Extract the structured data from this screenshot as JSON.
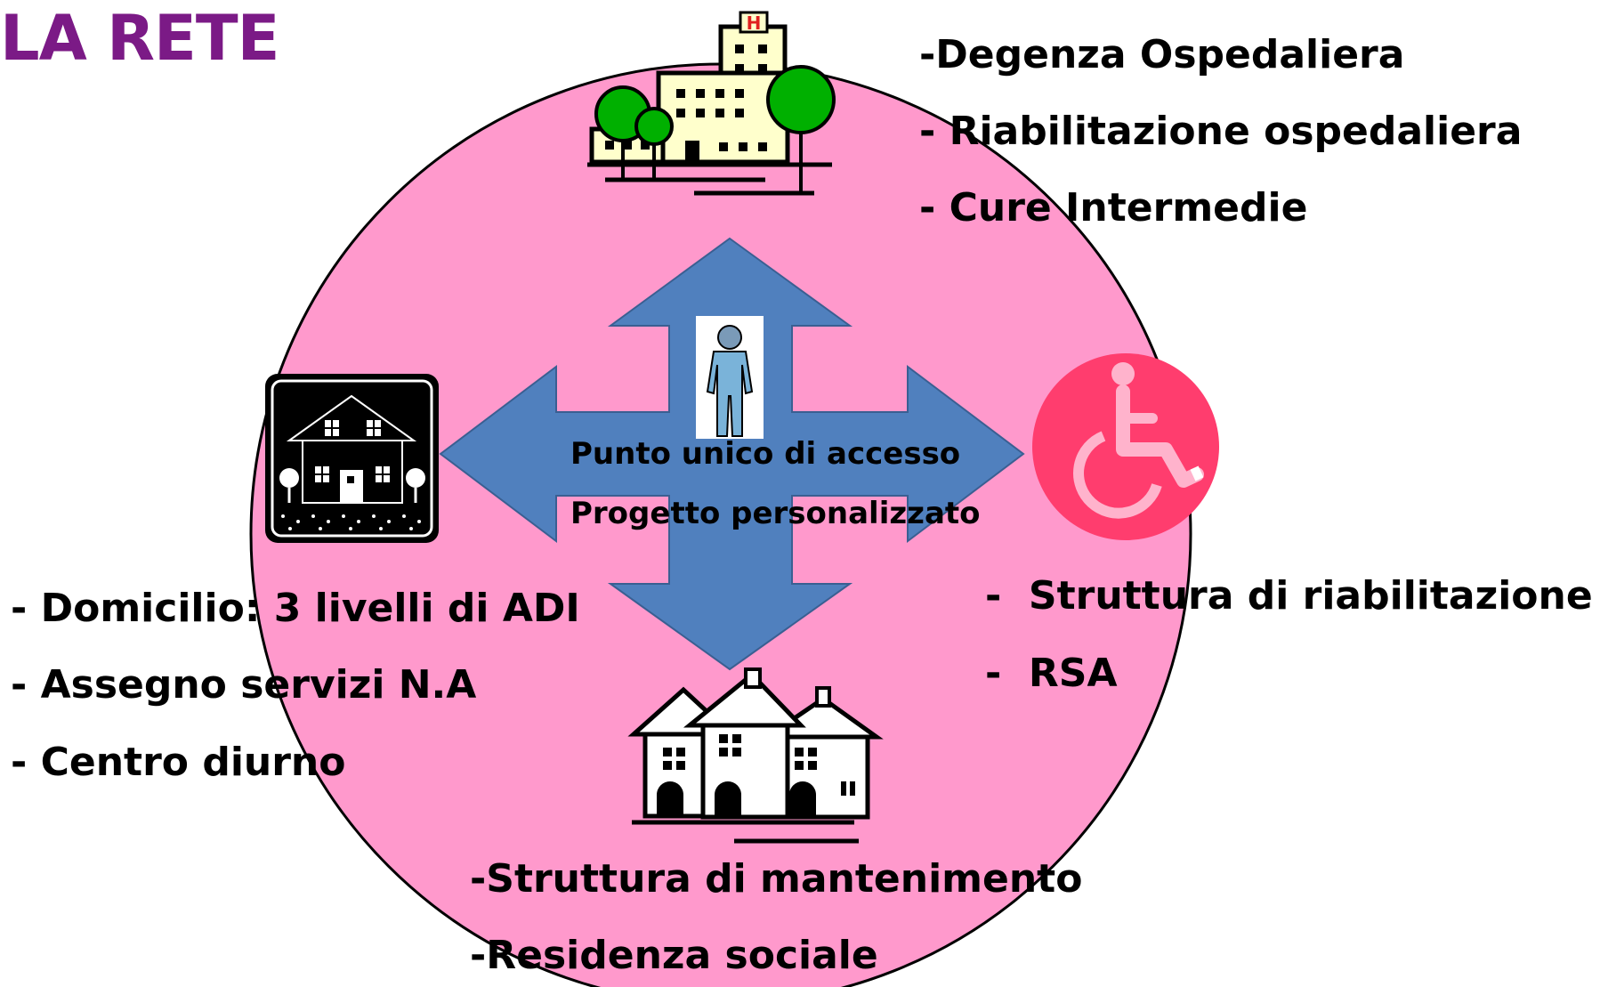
{
  "title": "LA RETE",
  "center": {
    "line1": "Punto unico di accesso",
    "line2": "Progetto personalizzato"
  },
  "hospital": {
    "icon": "hospital-icon",
    "sign": "H",
    "items": [
      "-Degenza Ospedaliera",
      "- Riabilitazione ospedaliera",
      "- Cure Intermedie"
    ]
  },
  "home": {
    "icon": "house-icon",
    "items": [
      "- Domicilio: 3 livelli di ADI",
      "- Assegno servizi N.A",
      "- Centro diurno"
    ]
  },
  "rehab": {
    "icon": "wheelchair-icon",
    "items": [
      "-  Struttura di riabilitazione",
      "-  RSA"
    ]
  },
  "residence": {
    "icon": "apartment-buildings-icon",
    "items": [
      "-Struttura di mantenimento",
      "-Residenza sociale"
    ]
  },
  "colors": {
    "circle": "#ff99cc",
    "arrow": "#5080be",
    "title": "#7b1a86",
    "wheelchair_bg": "#ff3d6e",
    "wheelchair_fg": "#ffb3cc",
    "hospital_fill": "#ffffcc",
    "tree": "#00b000"
  }
}
